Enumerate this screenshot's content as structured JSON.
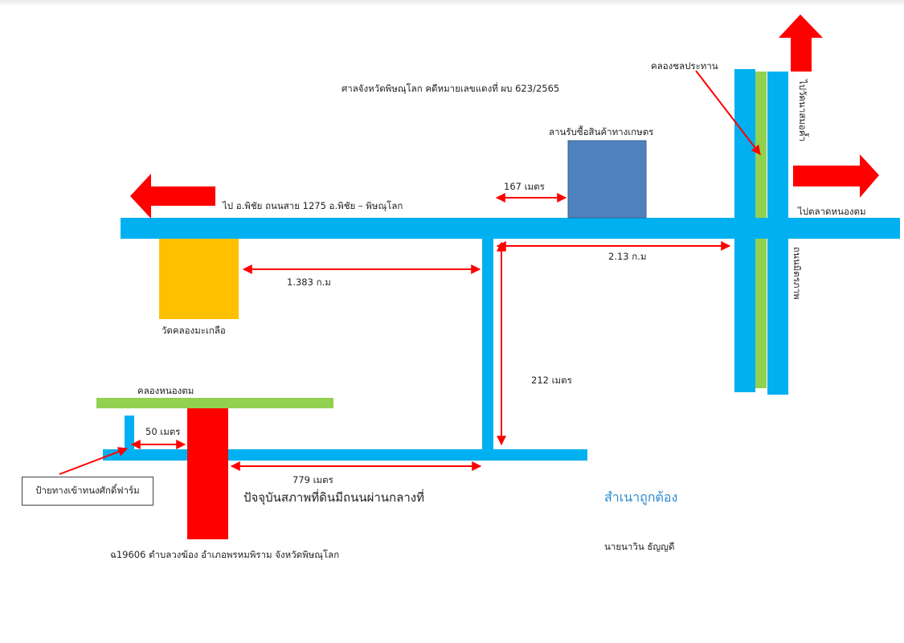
{
  "header": {
    "court_case": "ศาลจังหวัดพิษณุโลก  คดีหมายเลขแดงที่ ผบ 623/2565"
  },
  "places": {
    "warehouse": "ลานรับซื้อสินค้าทางเกษตร",
    "temple": "วัดคลองมะเกลือ",
    "canal_north": "คลองหนองตม",
    "irrigation_canal": "คลองชลประทาน",
    "entrance_sign": "ป้ายทางเข้าทนงศักดิ์ฟาร์ม"
  },
  "roads": {
    "main_road": "ไป อ.พิชัย   ถนนสาย 1275  อ.พิชัย – พิษณุโลก",
    "to_market": "ไปตลาดหนองตม",
    "to_temple_up": "ไปวัดนาสมอค้ำ",
    "side_road": "ถนนมิตรภาพ"
  },
  "distances": {
    "d167": "167   เมตร",
    "d2130": "2.13 ก.ม",
    "d1383": "1.383  ก.ม",
    "d212": "212  เมตร",
    "d50": "50   เมตร",
    "d779": "779  เมตร"
  },
  "notes": {
    "current_condition": "ปัจจุบันสภาพที่ดินมีถนนผ่านกลางที่",
    "parcel": "ฉ19606  ตำบลวงฆ้อง  อำเภอพรหมพิราม  จังหวัดพิษณุโลก",
    "certified": "สำเนาถูกต้อง",
    "signer": "นายนาวิน  ธัญญดี"
  },
  "colors": {
    "road": "#00b0f0",
    "canal": "#92d050",
    "arrow": "#ff0000",
    "warehouse": "#4f81bd",
    "temple": "#ffc000",
    "land": "#ff0000"
  },
  "icons": [
    "arrow-left-icon",
    "arrow-right-icon",
    "arrow-up-icon",
    "double-arrow-icon"
  ]
}
